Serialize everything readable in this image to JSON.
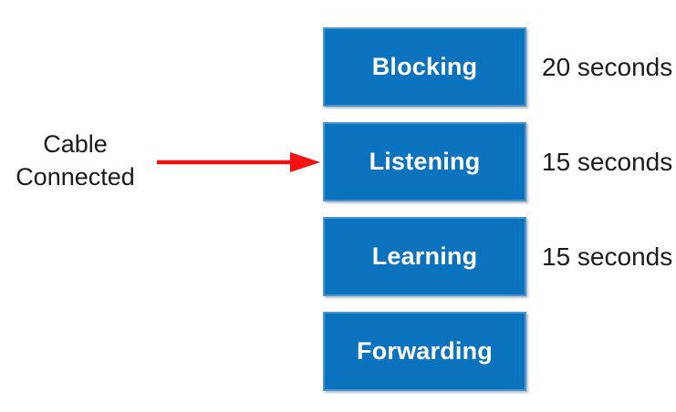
{
  "diagram": {
    "name": "spanning-tree-port-states",
    "annotation": {
      "lines": [
        "Cable",
        "Connected"
      ]
    },
    "arrow": {
      "direction": "right",
      "points_to": "Listening"
    },
    "states": [
      {
        "label": "Blocking",
        "duration": "20 seconds"
      },
      {
        "label": "Listening",
        "duration": "15 seconds"
      },
      {
        "label": "Learning",
        "duration": "15 seconds"
      },
      {
        "label": "Forwarding",
        "duration": ""
      }
    ],
    "colors": {
      "box_fill": "#0B72BE",
      "box_border": "#4A94D0",
      "box_text": "#FFFFFF",
      "duration_text": "#1B1B1B",
      "arrow": "#F51111",
      "background": "#FFFFFF"
    }
  }
}
